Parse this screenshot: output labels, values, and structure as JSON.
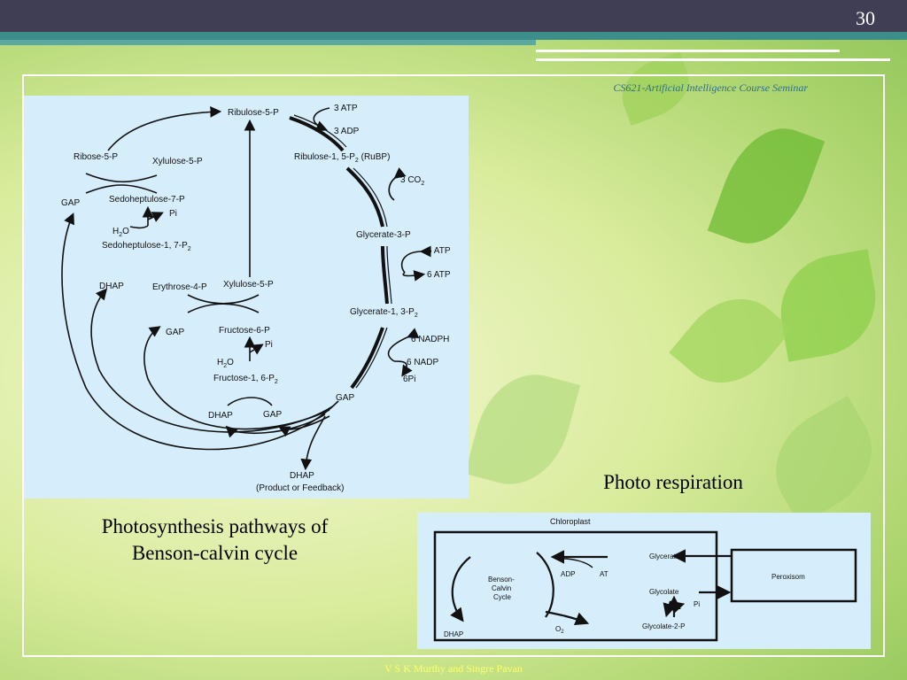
{
  "slide": {
    "number": "30",
    "course": "CS621-Artificial Intelligence Course Seminar",
    "footer": "V S K Murthy and Singre Pavan",
    "caption_left": "Photosynthesis pathways of\nBenson-calvin cycle",
    "caption_right": "Photo respiration"
  },
  "calvin_diagram": {
    "labels": {
      "ribulose5p": "Ribulose-5-P",
      "atp3": "3 ATP",
      "adp3": "3 ADP",
      "rubp": "Ribulose-1, 5-P",
      "rubp_suffix": "(RuBP)",
      "co2": "3 CO",
      "glycerate3p": "Glycerate-3-P",
      "atp6a": "6 ATP",
      "atp6b": "6 ATP",
      "glycerate13": "Glycerate-1, 3-P",
      "nadph": "6 NADPH",
      "nadp": "6 NADP",
      "pi6": "6Pi",
      "gap_right": "GAP",
      "dhap_end": "DHAP",
      "product": "(Product or Feedback)",
      "ribose5p": "Ribose-5-P",
      "xylulose5p_top": "Xylulose-5-P",
      "gap_left": "GAP",
      "sedo7p": "Sedoheptulose-7-P",
      "pi_sedo": "Pi",
      "h2o_sedo": "H",
      "sedo17": "Sedoheptulose-1, 7-P",
      "dhap_left": "DHAP",
      "erythrose": "Erythrose-4-P",
      "xylulose5p_mid": "Xylulose-5-P",
      "gap_mid": "GAP",
      "fructose6p": "Fructose-6-P",
      "pi_fruc": "Pi",
      "h2o_fruc": "H",
      "fructose16": "Fructose-1, 6-P",
      "dhap_low": "DHAP",
      "gap_low": "GAP"
    }
  },
  "photoresp_diagram": {
    "labels": {
      "chloroplast": "Chloroplast",
      "benson": "Benson-",
      "calvin": "Calvin",
      "cycle": "Cycle",
      "adp": "ADP",
      "at": "AT",
      "glycerate": "Glycerate",
      "glycolate": "Glycolate",
      "pi": "Pi",
      "glycolate2p": "Glycolate-2-P",
      "peroxisom": "Peroxisom",
      "dhap": "DHAP",
      "o2": "O"
    }
  }
}
